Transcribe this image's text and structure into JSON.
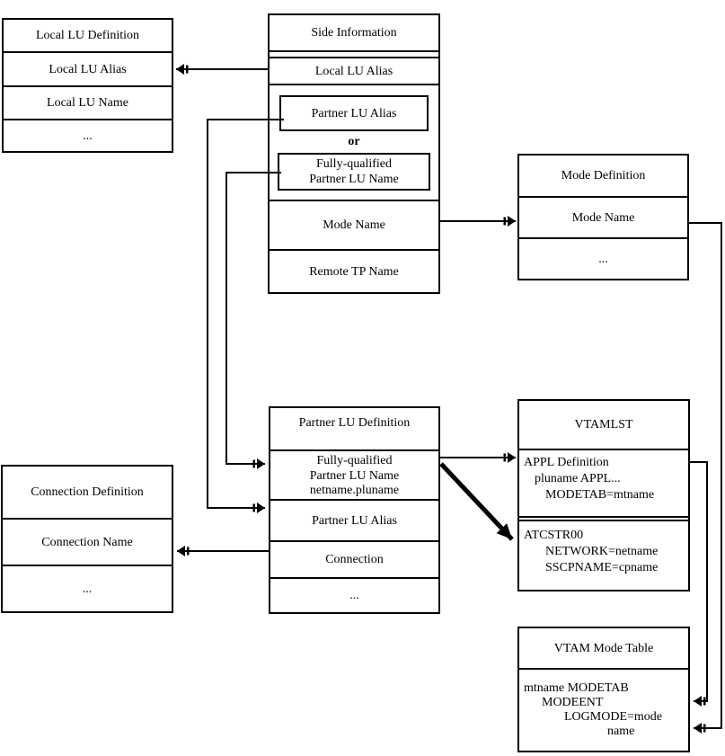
{
  "diagram": {
    "background": "#ffffff",
    "line_color": "#000000",
    "local_lu_definition": {
      "title": "Local LU Definition",
      "rows": [
        "Local LU Alias",
        "Local LU Name",
        "..."
      ]
    },
    "side_information": {
      "title": "Side Information",
      "local_lu_alias": "Local LU Alias",
      "partner_lu_alias": "Partner LU Alias",
      "or_label": "or",
      "fully_qualified_line1": "Fully-qualified",
      "fully_qualified_line2": "Partner LU Name",
      "mode_name": "Mode Name",
      "remote_tp_name": "Remote TP Name"
    },
    "mode_definition": {
      "title": "Mode Definition",
      "rows": [
        "Mode Name",
        "..."
      ]
    },
    "partner_lu_definition": {
      "title": "Partner LU Definition",
      "fully_qualified_line1": "Fully-qualified",
      "fully_qualified_line2": "Partner LU Name",
      "fully_qualified_line3": "netname.pluname",
      "rows": [
        "Partner LU Alias",
        "Connection",
        "..."
      ]
    },
    "connection_definition": {
      "title": "Connection Definition",
      "rows": [
        "Connection Name",
        "..."
      ]
    },
    "vtamlst": {
      "title": "VTAMLST",
      "appl_line1": "APPL Definition",
      "appl_line2": "pluname APPL...",
      "appl_line3": "MODETAB=mtname",
      "atcstr_line1": "ATCSTR00",
      "atcstr_line2": "NETWORK=netname",
      "atcstr_line3": "SSCPNAME=cpname"
    },
    "vtam_mode_table": {
      "title": "VTAM Mode Table",
      "body_line1": "mtname MODETAB",
      "body_line2": "MODEENT",
      "body_line3": "LOGMODE=mode",
      "body_line4": "name"
    }
  }
}
